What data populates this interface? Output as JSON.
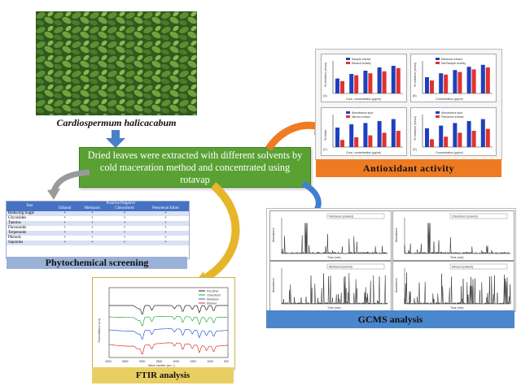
{
  "source": {
    "species_name": "Cardiospermum halicacabum"
  },
  "extraction": {
    "text": "Dried leaves were extracted with different solvents by cold maceration method and concentrated using rotavap"
  },
  "antioxidant": {
    "label": "Antioxidant activity",
    "panels": [
      {
        "id": "(A)",
        "ylabel": "% Inhibition (mean)",
        "xlabel": "Conc. concentration (μg/ml)",
        "legend": [
          "Sample extract",
          "Ethanol Activity"
        ]
      },
      {
        "id": "(B)",
        "ylabel": "% inhibition (mean)",
        "xlabel": "Concentration (μg/ml)",
        "legend": [
          "Ethanolic extract",
          "Std/Sample Activity"
        ]
      },
      {
        "id": "(C)",
        "ylabel": "% inhibit",
        "xlabel": "Conc. concentration (μg/ml)",
        "legend": [
          "Absorbance spot",
          "Nitrous extract"
        ]
      },
      {
        "id": "(D)",
        "ylabel": "% inhibition (mean)",
        "xlabel": "Concentration (μg/ml)",
        "legend": [
          "Absorbance spot",
          "Petroleum extract"
        ]
      }
    ],
    "series_colors": [
      "#1f3fbf",
      "#e0322e"
    ],
    "values": {
      "A": [
        [
          46,
          60,
          70,
          80,
          85
        ],
        [
          38,
          56,
          62,
          68,
          78
        ]
      ],
      "B": [
        [
          50,
          62,
          72,
          82,
          88
        ],
        [
          40,
          58,
          66,
          74,
          80
        ]
      ],
      "C": [
        [
          60,
          70,
          74,
          80,
          86
        ],
        [
          22,
          30,
          36,
          44,
          50
        ]
      ],
      "D": [
        [
          58,
          66,
          74,
          80,
          86
        ],
        [
          24,
          32,
          44,
          50,
          56
        ]
      ]
    }
  },
  "phytochemical": {
    "label": "Phytochemical screening",
    "header_group": "Positive/Negative",
    "header_first": "Test",
    "columns": [
      "Ethanol",
      "Methanol",
      "Chloroform",
      "Petroleum Ether"
    ],
    "rows": [
      {
        "test": "Reducing Sugar",
        "vals": [
          "+",
          "+",
          "+",
          "+"
        ]
      },
      {
        "test": "Glycosides",
        "vals": [
          "+",
          "+",
          "+",
          "+"
        ]
      },
      {
        "test": "Tannins",
        "vals": [
          "+",
          "+",
          "+",
          "+"
        ]
      },
      {
        "test": "Flavonoids",
        "vals": [
          "+",
          "+",
          "+",
          "+"
        ]
      },
      {
        "test": "Terpenoids",
        "vals": [
          "+",
          "+",
          "+",
          "+"
        ]
      },
      {
        "test": "Phenols",
        "vals": [
          "+",
          "+",
          "+",
          "+"
        ]
      },
      {
        "test": "Saponins",
        "vals": [
          "+",
          "+",
          "+",
          "+"
        ]
      }
    ]
  },
  "gcms": {
    "label": "GCMS analysis",
    "panels": [
      "Petroleum (solvent)",
      "Chloroform (solvent)",
      "Methanol (solvent)",
      "Ethanol (solvent)"
    ],
    "xlabel": "Time (min)",
    "ylabel": "Abundance"
  },
  "ftir": {
    "label": "FTIR analysis",
    "legend": [
      "Pet Ether",
      "Chloroform",
      "Methanol",
      "Ethanol"
    ],
    "xlabel": "Wave number (cm⁻¹)",
    "ylabel": "Transmittance (a.u)",
    "xticks": [
      "4000",
      "3500",
      "3000",
      "2500",
      "2000",
      "1500",
      "1000",
      "500"
    ],
    "colors": [
      "#222222",
      "#2aa84a",
      "#2a5bd4",
      "#d8322e"
    ]
  },
  "arrow_colors": {
    "down": "#4a7fc8",
    "to_antioxidant": "#ef7b22",
    "to_phyto": "#9a9a9a",
    "to_gcms": "#3f7fd0",
    "to_ftir": "#e6b52a"
  }
}
